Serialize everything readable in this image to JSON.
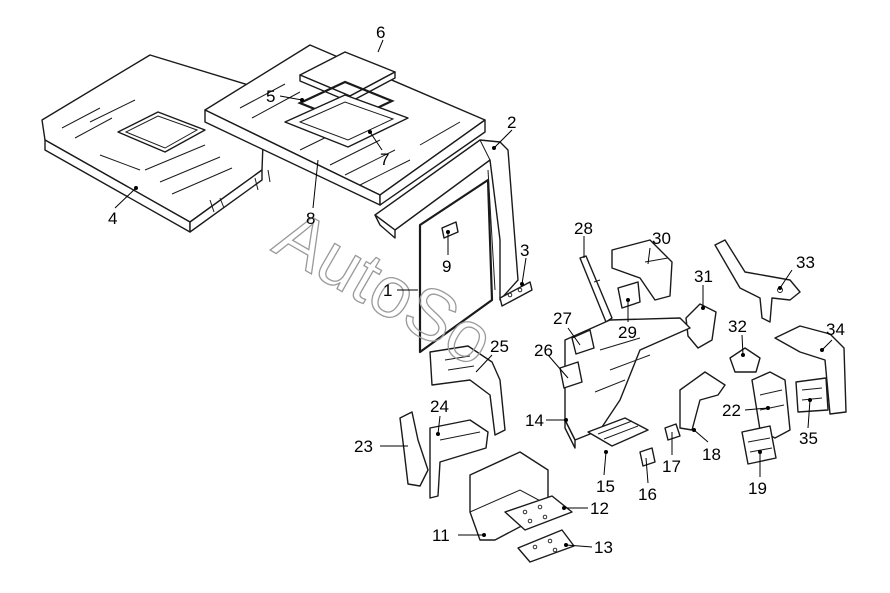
{
  "watermark": "AutoSo",
  "callouts": [
    {
      "id": "c1",
      "text": "1"
    },
    {
      "id": "c2",
      "text": "2"
    },
    {
      "id": "c3",
      "text": "3"
    },
    {
      "id": "c4",
      "text": "4"
    },
    {
      "id": "c5",
      "text": "5"
    },
    {
      "id": "c6",
      "text": "6"
    },
    {
      "id": "c7",
      "text": "7"
    },
    {
      "id": "c8",
      "text": "8"
    },
    {
      "id": "c9",
      "text": "9"
    },
    {
      "id": "c11",
      "text": "11"
    },
    {
      "id": "c12",
      "text": "12"
    },
    {
      "id": "c13",
      "text": "13"
    },
    {
      "id": "c14",
      "text": "14"
    },
    {
      "id": "c15",
      "text": "15"
    },
    {
      "id": "c16",
      "text": "16"
    },
    {
      "id": "c17",
      "text": "17"
    },
    {
      "id": "c18",
      "text": "18"
    },
    {
      "id": "c19",
      "text": "19"
    },
    {
      "id": "c22",
      "text": "22"
    },
    {
      "id": "c23",
      "text": "23"
    },
    {
      "id": "c24",
      "text": "24"
    },
    {
      "id": "c25",
      "text": "25"
    },
    {
      "id": "c26",
      "text": "26"
    },
    {
      "id": "c27",
      "text": "27"
    },
    {
      "id": "c28",
      "text": "28"
    },
    {
      "id": "c29",
      "text": "29"
    },
    {
      "id": "c30",
      "text": "30"
    },
    {
      "id": "c31",
      "text": "31"
    },
    {
      "id": "c32",
      "text": "32"
    },
    {
      "id": "c33",
      "text": "33"
    },
    {
      "id": "c34",
      "text": "34"
    },
    {
      "id": "c35",
      "text": "35"
    }
  ]
}
